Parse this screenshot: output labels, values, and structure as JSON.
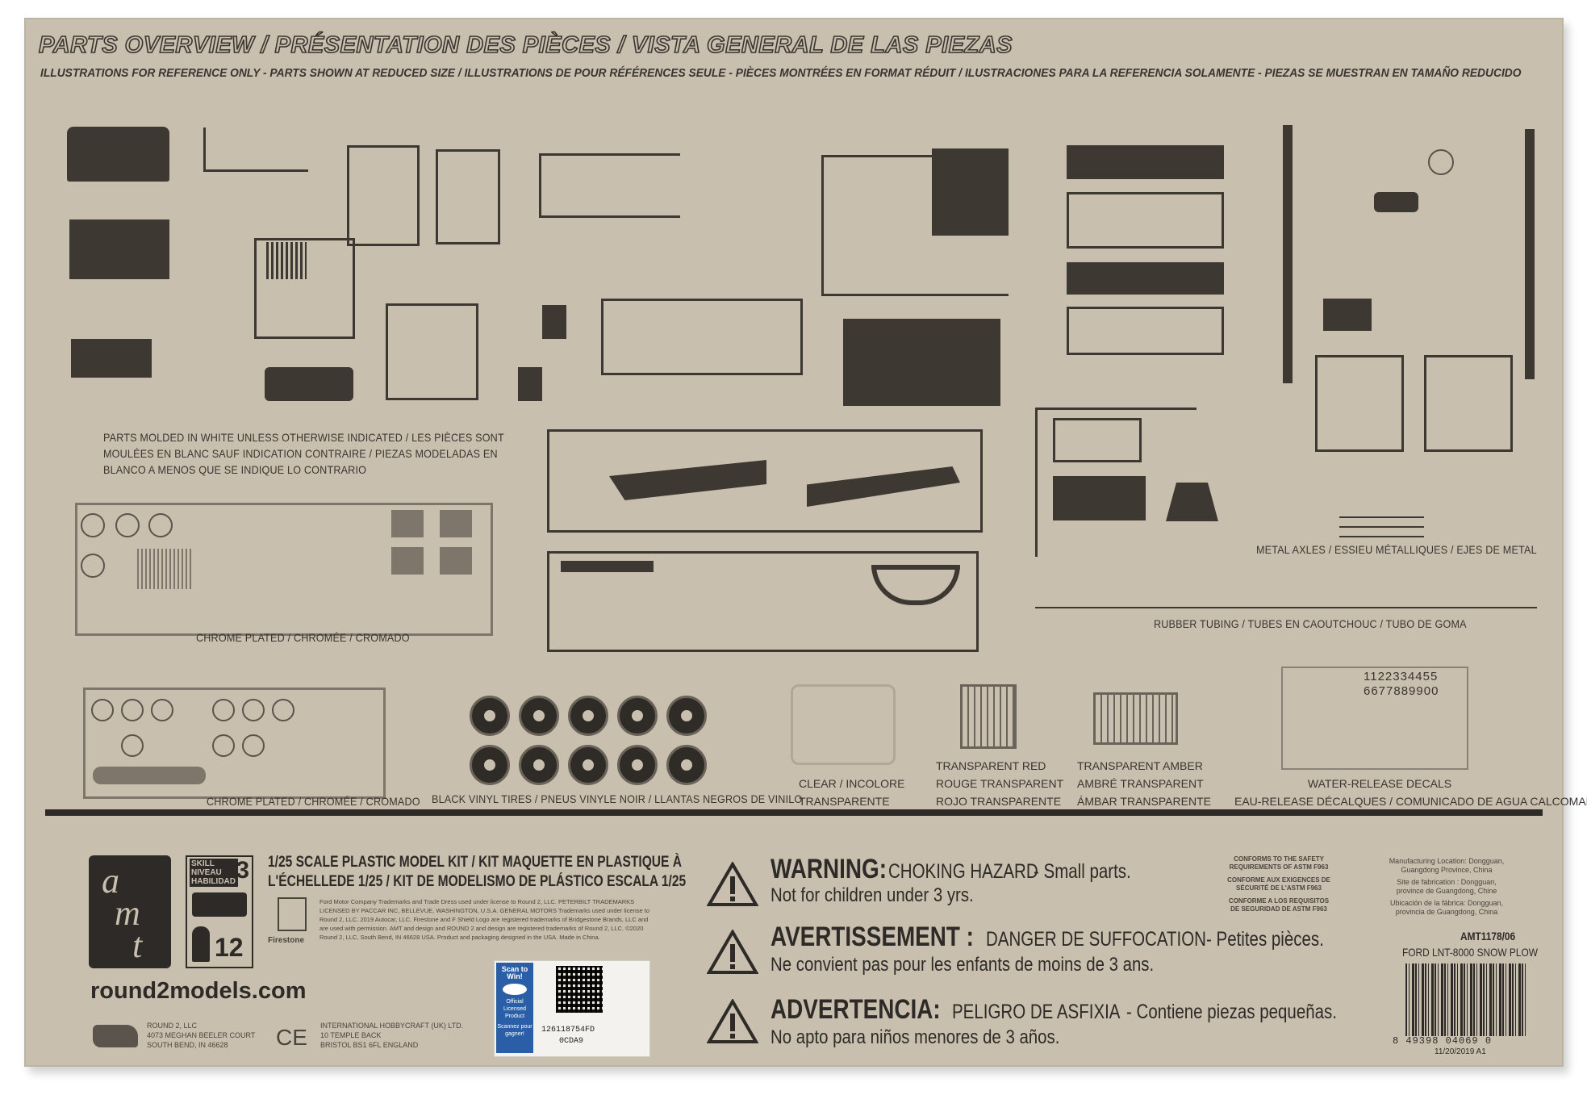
{
  "header": {
    "title": "PARTS OVERVIEW / PRÉSENTATION DES PIÈCES / VISTA GENERAL DE LAS PIEZAS",
    "subtitle": "ILLUSTRATIONS FOR REFERENCE ONLY - PARTS SHOWN AT REDUCED SIZE / ILLUSTRATIONS DE POUR RÉFÉRENCES SEULE - PIÈCES MONTRÉES EN FORMAT RÉDUIT / ILUSTRACIONES PARA LA REFERENCIA SOLAMENTE - PIEZAS SE MUESTRAN EN TAMAÑO REDUCIDO"
  },
  "notes": {
    "molded_white_1": "PARTS MOLDED IN WHITE UNLESS OTHERWISE INDICATED / LES PIÈCES SONT",
    "molded_white_2": "MOULÉES EN BLANC SAUF INDICATION CONTRAIRE / PIEZAS MODELADAS EN",
    "molded_white_3": "BLANCO A MENOS QUE SE INDIQUE LO CONTRARIO"
  },
  "labels": {
    "chrome_1": "CHROME PLATED / CHROMÉE / CROMADO",
    "chrome_2": "CHROME PLATED / CHROMÉE / CROMADO",
    "metal_axles": "METAL AXLES / ESSIEU MÉTALLIQUES / EJES DE METAL",
    "rubber_tubing": "RUBBER TUBING / TUBES EN CAOUTCHOUC / TUBO DE GOMA",
    "tires": "BLACK VINYL TIRES / PNEUS VINYLE NOIR / LLANTAS NEGROS DE VINILO",
    "clear_1": "CLEAR / INCOLORE",
    "clear_2": "TRANSPARENTE",
    "red_1": "TRANSPARENT RED",
    "red_2": "ROUGE TRANSPARENT",
    "red_3": "ROJO TRANSPARENTE",
    "amber_1": "TRANSPARENT AMBER",
    "amber_2": "AMBRÉ TRANSPARENT",
    "amber_3": "ÁMBAR TRANSPARENTE",
    "decals_1": "WATER-RELEASE DECALS",
    "decals_2": "EAU-RELEASE DÉCALQUES / COMUNICADO DE AGUA CALCOMANÍAS",
    "decal_numbers_1": "1122334455",
    "decal_numbers_2": "6677889900"
  },
  "brand": {
    "logo_a": "a",
    "logo_m": "m",
    "logo_t": "t",
    "skill_1": "SKILL",
    "skill_2": "NIVEAU",
    "skill_3": "HABILIDAD",
    "skill_level": "3",
    "age": "12",
    "website": "round2models.com"
  },
  "kit": {
    "line1": "1/25 SCALE PLASTIC MODEL KIT / KIT MAQUETTE EN PLASTIQUE À",
    "line2": "L'ÉCHELLEDE 1/25 / KIT DE MODELISMO DE PLÁSTICO ESCALA 1/25",
    "legal": "Ford Motor Company Trademarks and Trade Dress used under license to Round 2, LLC. PETERBILT TRADEMARKS LICENSED BY PACCAR INC, BELLEVUE, WASHINGTON, U.S.A. GENERAL MOTORS Trademarks used under license to Round 2, LLC. 2019 Autocar, LLC. Firestone and F Shield Logo are registered trademarks of Bridgestone Brands, LLC and are used with permission. AMT and design and ROUND 2 and design are registered trademarks of Round 2, LLC. ©2020 Round 2, LLC, South Bend, IN 46628 USA. Product and packaging designed in the USA. Made in China.",
    "firestone": "Firestone"
  },
  "address": {
    "r2_1": "ROUND 2, LLC",
    "r2_2": "4073 MEGHAN BEELER COURT",
    "r2_3": "SOUTH BEND, IN 46628",
    "ce": "CE",
    "ih_1": "INTERNATIONAL HOBBYCRAFT (UK) LTD.",
    "ih_2": "10 TEMPLE BACK",
    "ih_3": "BRISTOL BS1 6FL ENGLAND"
  },
  "sticker": {
    "scan": "Scan to Win!",
    "official_1": "Official",
    "official_2": "Licensed",
    "official_3": "Product",
    "scannez": "Scannez pour gagner!",
    "code_1": "126118754FD",
    "code_2": "0CDA9"
  },
  "warnings": [
    {
      "title": "WARNING:",
      "sub": "CHOKING HAZARD",
      "rest": " - Small parts.",
      "desc": "Not for children under 3 yrs."
    },
    {
      "title": "AVERTISSEMENT :",
      "sub": "DANGER DE SUFFOCATION",
      "rest": " - Petites pièces.",
      "desc": "Ne convient pas pour les enfants de moins de 3 ans."
    },
    {
      "title": "ADVERTENCIA:",
      "sub": "PELIGRO DE ASFIXIA",
      "rest": " - Contiene piezas pequeñas.",
      "desc": "No apto para niños menores de 3 años."
    }
  ],
  "astm": {
    "l1": "CONFORMS TO THE SAFETY",
    "l2": "REQUIREMENTS OF ASTM F963",
    "l3": "CONFORME AUX EXIGENCES DE",
    "l4": "SÉCURITÉ DE L'ASTM F963",
    "l5": "CONFORME A LOS REQUISITOS",
    "l6": "DE SEGURIDAD DE ASTM F963"
  },
  "manufacturing": {
    "l1": "Manufacturing Location: Dongguan,",
    "l2": "Guangdong Province, China",
    "l3": "Site de fabrication : Dongguan,",
    "l4": "province de Guangdong, Chine",
    "l5": "Ubicación de la fábrica: Dongguan,",
    "l6": "provincia de Guangdong, China"
  },
  "product": {
    "code": "AMT1178/06",
    "name": "FORD LNT-8000 SNOW PLOW",
    "barcode_digits": "8  49398 04069  0",
    "date": "11/20/2019 A1"
  }
}
